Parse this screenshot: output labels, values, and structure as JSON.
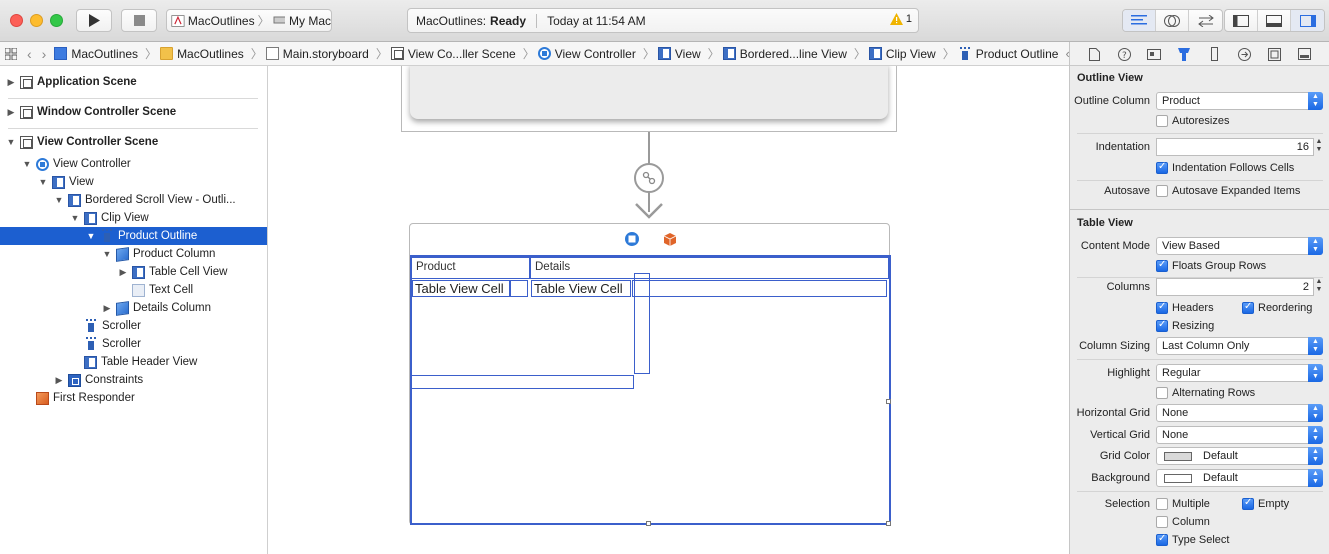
{
  "toolbar": {
    "scheme_app": "MacOutlines",
    "scheme_dest": "My Mac",
    "status_app": "MacOutlines:",
    "status_state": "Ready",
    "status_time": "Today at 11:54 AM",
    "warning_count": "1"
  },
  "jumpbar": {
    "crumbs": [
      {
        "label": "MacOutlines",
        "icon": "project-icon"
      },
      {
        "label": "MacOutlines",
        "icon": "folder-icon"
      },
      {
        "label": "Main.storyboard",
        "icon": "storyboard-icon"
      },
      {
        "label": "View Co...ller Scene",
        "icon": "scene-icon"
      },
      {
        "label": "View Controller",
        "icon": "view-controller-icon"
      },
      {
        "label": "View",
        "icon": "view-icon"
      },
      {
        "label": "Bordered...line View",
        "icon": "view-icon"
      },
      {
        "label": "Clip View",
        "icon": "view-icon"
      },
      {
        "label": "Product Outline",
        "icon": "outline-icon"
      }
    ]
  },
  "navigator": {
    "scenes": [
      {
        "label": "Application Scene"
      },
      {
        "label": "Window Controller Scene"
      },
      {
        "label": "View Controller Scene"
      }
    ],
    "tree": [
      {
        "label": "View Controller"
      },
      {
        "label": "View"
      },
      {
        "label": "Bordered Scroll View - Outli..."
      },
      {
        "label": "Clip View"
      },
      {
        "label": "Product Outline"
      },
      {
        "label": "Product Column"
      },
      {
        "label": "Table Cell View"
      },
      {
        "label": "Text Cell"
      },
      {
        "label": "Details Column"
      },
      {
        "label": "Scroller"
      },
      {
        "label": "Scroller"
      },
      {
        "label": "Table Header View"
      },
      {
        "label": "Constraints"
      },
      {
        "label": "First Responder"
      }
    ]
  },
  "canvas": {
    "col_product": "Product",
    "col_details": "Details",
    "cell1": "Table View Cell",
    "cell2": "Table View Cell"
  },
  "inspector": {
    "outline_view": {
      "title": "Outline View",
      "outline_column_label": "Outline Column",
      "outline_column_value": "Product",
      "autoresizes": "Autoresizes",
      "indentation_label": "Indentation",
      "indentation_value": "16",
      "indentation_follows": "Indentation Follows Cells",
      "autosave_label": "Autosave",
      "autosave_expanded": "Autosave Expanded Items"
    },
    "table_view": {
      "title": "Table View",
      "content_mode_label": "Content Mode",
      "content_mode_value": "View Based",
      "floats_group_rows": "Floats Group Rows",
      "columns_label": "Columns",
      "columns_value": "2",
      "headers": "Headers",
      "reordering": "Reordering",
      "resizing": "Resizing",
      "column_sizing_label": "Column Sizing",
      "column_sizing_value": "Last Column Only",
      "highlight_label": "Highlight",
      "highlight_value": "Regular",
      "alternating_rows": "Alternating Rows",
      "horizontal_grid_label": "Horizontal Grid",
      "horizontal_grid_value": "None",
      "vertical_grid_label": "Vertical Grid",
      "vertical_grid_value": "None",
      "grid_color_label": "Grid Color",
      "grid_color_value": "Default",
      "background_label": "Background",
      "background_value": "Default",
      "selection_label": "Selection",
      "multiple": "Multiple",
      "empty": "Empty",
      "column": "Column",
      "type_select": "Type Select"
    }
  },
  "colors": {
    "selection": "#1c5fd0",
    "accent": "#3b5fcb",
    "warning": "#f0b400"
  }
}
